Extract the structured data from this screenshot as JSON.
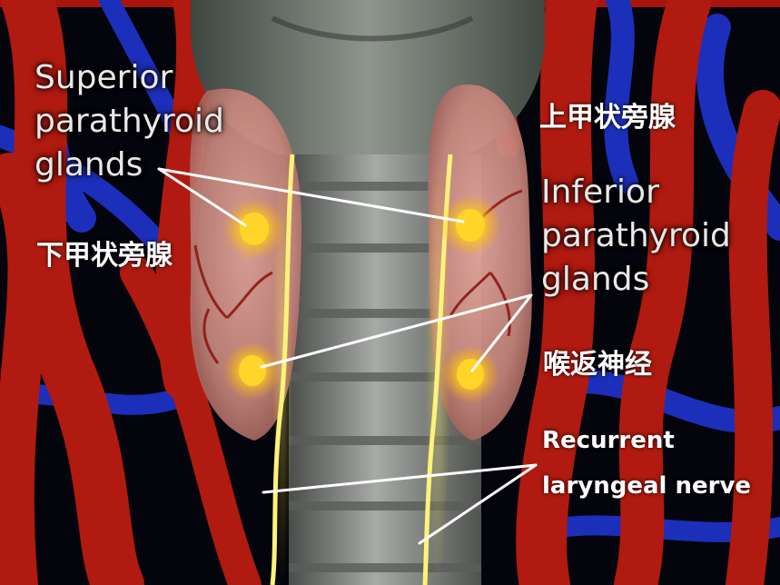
{
  "labels": {
    "superior_line1": "Superior",
    "superior_line2": "parathyroid",
    "superior_line3": "glands",
    "inferior_line1": "Inferior",
    "inferior_line2": "parathyroid",
    "inferior_line3": "glands",
    "zh_superior": "上甲状旁腺",
    "zh_inferior": "下甲状旁腺",
    "zh_nerve": "喉返神经",
    "recurrent_line1": "Recurrent",
    "recurrent_line2": "laryngeal nerve"
  },
  "colors": {
    "background": "#000000",
    "artery": "#b01a10",
    "vein": "#1a2fb8",
    "gland_glow": "#ffd21a",
    "nerve": "#fff27a",
    "trachea": "#8a8a8a",
    "label_text": "#ffffff"
  }
}
